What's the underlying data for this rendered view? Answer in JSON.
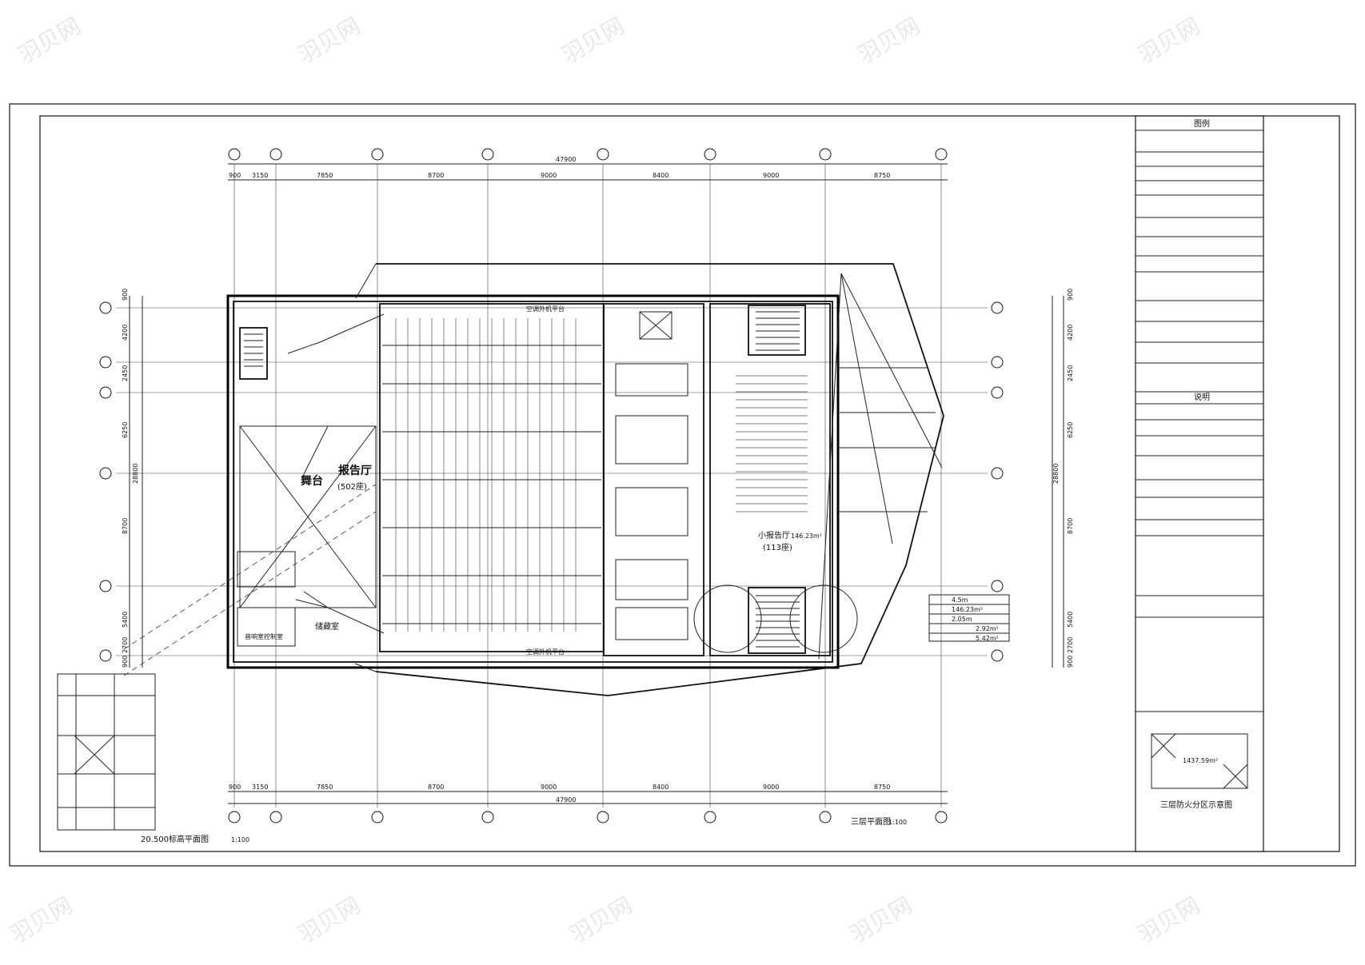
{
  "plan": {
    "title": "三层平面图",
    "scale": "1:100",
    "secondary_title": "20.500标高平面图",
    "secondary_scale": "1:100"
  },
  "dimensions": {
    "top_total": "47900",
    "bottom_total": "47900",
    "left_total": "28800",
    "right_total": "28800",
    "top_segments": [
      "900",
      "3150",
      "7850",
      "8700",
      "9000",
      "8400",
      "9000",
      "8750"
    ],
    "bottom_segments": [
      "900",
      "3150",
      "7850",
      "8700",
      "9000",
      "8400",
      "9000",
      "8750"
    ],
    "left_segments": [
      "900",
      "4200",
      "2450",
      "6250",
      "8700",
      "5400",
      "2700",
      "900"
    ],
    "right_segments": [
      "900",
      "4200",
      "2450",
      "6250",
      "8700",
      "5400",
      "2700",
      "900"
    ]
  },
  "rooms": {
    "main_hall": "报告厅",
    "main_hall_seats": "(502座)",
    "small_hall": "小报告厅",
    "small_hall_area": "146.23m²",
    "small_hall_seats": "(113座)",
    "stage": "舞台",
    "control_room": "音响室控制室",
    "storage": "储藏室",
    "aircon_platform": "空调外机平台"
  },
  "legend": {
    "title": "图例",
    "notes_title": "说明",
    "fire_zone_title": "三层防火分区示意图",
    "fire_zone_area": "1437.59m²"
  },
  "info_box": {
    "row1": "4.5m",
    "row2": "146.23m²",
    "row3": "2.05m",
    "row4": "2.92m²",
    "row5": "5.42m²"
  },
  "watermark": "羽贝网"
}
